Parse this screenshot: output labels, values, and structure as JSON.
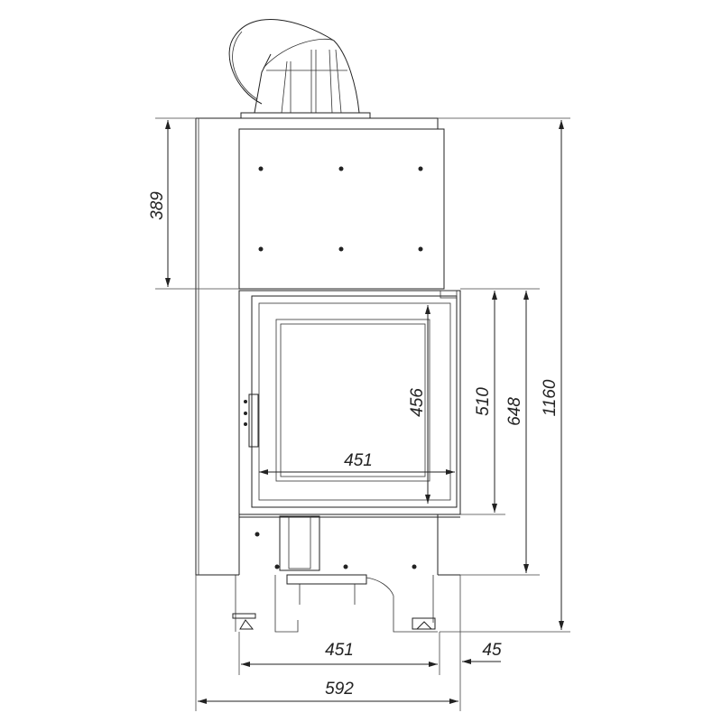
{
  "drawing": {
    "title": "Fireplace insert front elevation",
    "dimensions": {
      "top_section_height": "389",
      "glass_height": "456",
      "glass_width": "451",
      "door_height": "510",
      "chamber_height": "648",
      "total_height": "1160",
      "body_width": "451",
      "side_offset": "45",
      "total_width": "592"
    },
    "line_color": "#222222"
  }
}
